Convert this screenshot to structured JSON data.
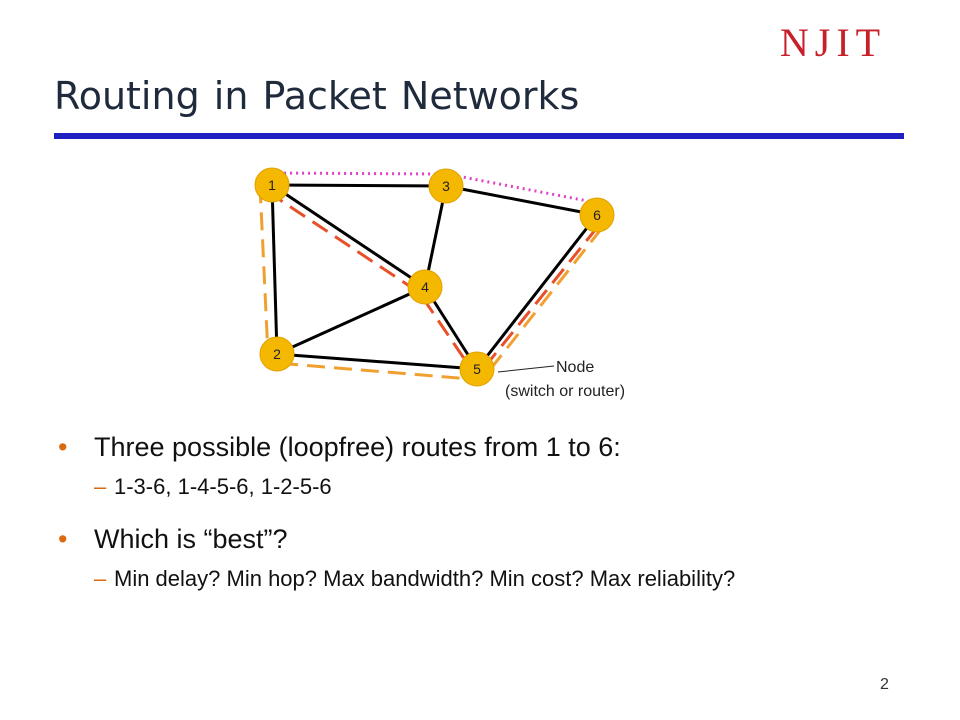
{
  "logo": {
    "text": "NJIT",
    "color": "#c8202a"
  },
  "slide": {
    "title": "Routing in Packet Networks",
    "page_number": "2"
  },
  "diagram": {
    "nodes": [
      {
        "id": "1",
        "label": "1"
      },
      {
        "id": "2",
        "label": "2"
      },
      {
        "id": "3",
        "label": "3"
      },
      {
        "id": "4",
        "label": "4"
      },
      {
        "id": "5",
        "label": "5"
      },
      {
        "id": "6",
        "label": "6"
      }
    ],
    "links": [
      [
        "1",
        "3"
      ],
      [
        "1",
        "2"
      ],
      [
        "1",
        "4"
      ],
      [
        "3",
        "4"
      ],
      [
        "3",
        "6"
      ],
      [
        "2",
        "4"
      ],
      [
        "2",
        "5"
      ],
      [
        "4",
        "5"
      ],
      [
        "5",
        "6"
      ]
    ],
    "routes": [
      {
        "path": [
          "1",
          "3",
          "6"
        ],
        "color": "#e040c8",
        "style": "dotted"
      },
      {
        "path": [
          "1",
          "4",
          "5",
          "6"
        ],
        "color": "#e8502a",
        "style": "dashed"
      },
      {
        "path": [
          "1",
          "2",
          "5",
          "6"
        ],
        "color": "#f0a030",
        "style": "dashed"
      }
    ],
    "node_fill": "#f5b800",
    "annotation": {
      "line1": "Node",
      "line2": "(switch or router)"
    }
  },
  "bullets": [
    {
      "text": "Three possible (loopfree) routes from 1 to 6:",
      "subs": [
        "1-3-6, 1-4-5-6, 1-2-5-6"
      ]
    },
    {
      "text": "Which is “best”?",
      "subs": [
        "Min delay?  Min hop? Max bandwidth? Min cost? Max reliability?"
      ]
    }
  ],
  "bullet_mark": "•",
  "sub_mark": "–"
}
